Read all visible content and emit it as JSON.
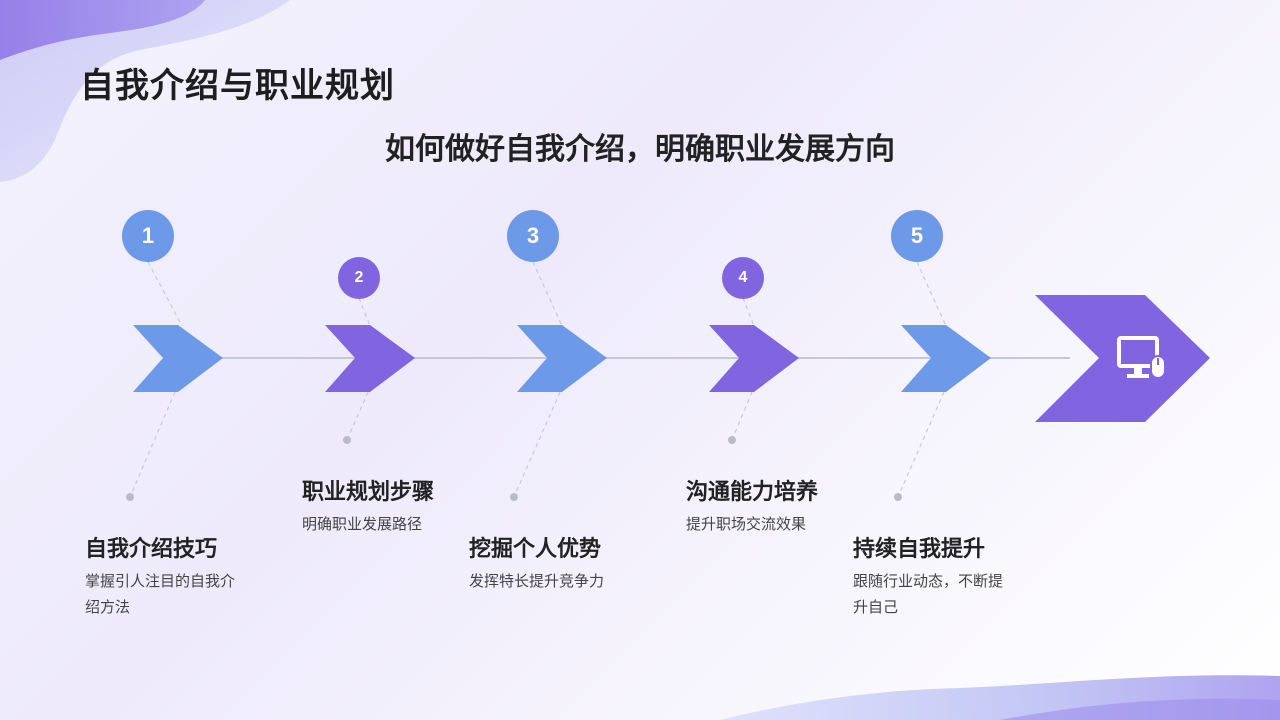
{
  "page": {
    "title": "自我介绍与职业规划",
    "subtitle": "如何做好自我介绍，明确职业发展方向"
  },
  "steps": [
    {
      "number": "1",
      "title": "自我介绍技巧",
      "desc": "掌握引人注目的自我介绍方法",
      "color": "#6d9ae8"
    },
    {
      "number": "2",
      "title": "职业规划步骤",
      "desc": "明确职业发展路径",
      "color": "#8064e0"
    },
    {
      "number": "3",
      "title": "挖掘个人优势",
      "desc": "发挥特长提升竞争力",
      "color": "#6d9ae8"
    },
    {
      "number": "4",
      "title": "沟通能力培养",
      "desc": "提升职场交流效果",
      "color": "#8064e0"
    },
    {
      "number": "5",
      "title": "持续自我提升",
      "desc": "跟随行业动态，不断提升自己",
      "color": "#6d9ae8"
    }
  ],
  "icons": {
    "end": "computer-monitor-mouse-icon"
  },
  "colors": {
    "blue": "#6d9ae8",
    "purple": "#8064e0",
    "line": "#c5c8d6"
  }
}
